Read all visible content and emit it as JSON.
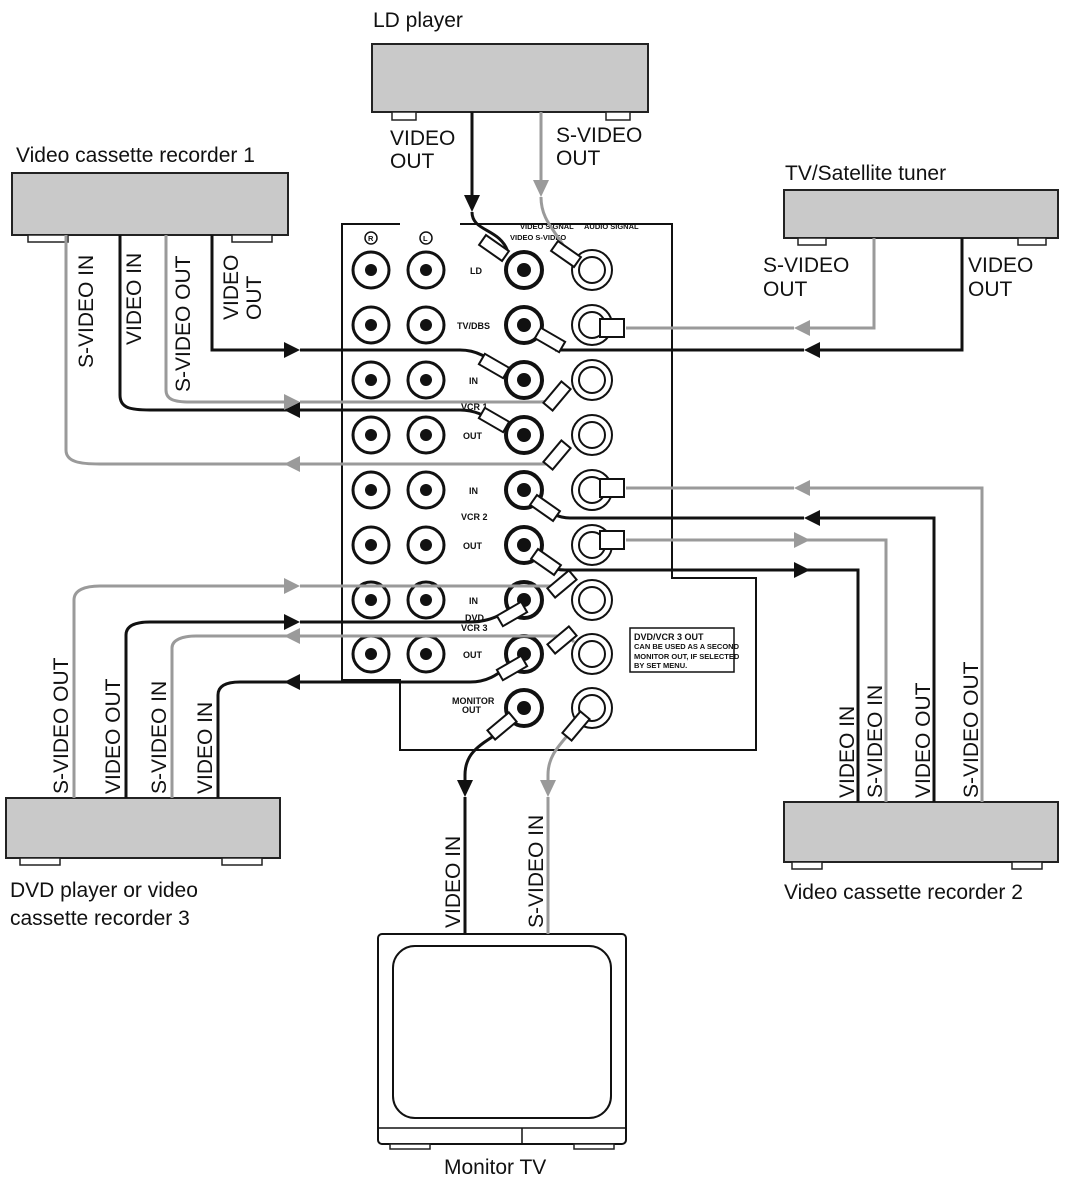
{
  "devices": {
    "ld_player": "LD player",
    "vcr1": "Video cassette recorder 1",
    "tv_satellite": "TV/Satellite tuner",
    "dvd_vcr3_line1": "DVD player or video",
    "dvd_vcr3_line2": "cassette recorder 3",
    "vcr2": "Video cassette recorder 2",
    "monitor_tv": "Monitor TV"
  },
  "ports": {
    "ld_video_out_1": "VIDEO",
    "ld_video_out_2": "OUT",
    "ld_svideo_out_1": "S-VIDEO",
    "ld_svideo_out_2": "OUT",
    "tv_svideo_out_1": "S-VIDEO",
    "tv_svideo_out_2": "OUT",
    "tv_video_out_1": "VIDEO",
    "tv_video_out_2": "OUT",
    "vcr1_svideo_in": "S-VIDEO IN",
    "vcr1_video_in": "VIDEO IN",
    "vcr1_svideo_out": "S-VIDEO OUT",
    "vcr1_video_out_1": "VIDEO",
    "vcr1_video_out_2": "OUT",
    "dvd_svideo_out": "S-VIDEO OUT",
    "dvd_video_out": "VIDEO OUT",
    "dvd_svideo_in": "S-VIDEO IN",
    "dvd_video_in": "VIDEO IN",
    "vcr2_video_in": "VIDEO IN",
    "vcr2_svideo_in": "S-VIDEO IN",
    "vcr2_video_out": "VIDEO OUT",
    "vcr2_svideo_out": "S-VIDEO OUT",
    "mon_video_in": "VIDEO IN",
    "mon_svideo_in": "S-VIDEO IN"
  },
  "panel": {
    "header_video_signal": "VIDEO SIGNAL",
    "header_audio_signal": "AUDIO SIGNAL",
    "header_video_svideo": "VIDEO S-VIDEO",
    "r_mark": "R",
    "l_mark": "L",
    "row_ld": "LD",
    "row_tvdbs": "TV/DBS",
    "row_vcr1_in": "IN",
    "row_vcr1": "VCR 1",
    "row_vcr1_out": "OUT",
    "row_vcr2_in": "IN",
    "row_vcr2": "VCR 2",
    "row_vcr2_out": "OUT",
    "row_dvd_in": "IN",
    "row_dvd": "DVD",
    "row_vcr3": "VCR 3",
    "row_dvd_out": "OUT",
    "row_monitor_1": "MONITOR",
    "row_monitor_2": "OUT",
    "note_1": "DVD/VCR 3 OUT",
    "note_2": "CAN BE USED AS A SECOND",
    "note_3": "MONITOR OUT, IF SELECTED",
    "note_4": "BY SET MENU."
  },
  "colors": {
    "video_cable": "#111111",
    "svideo_cable": "#9a9a9a",
    "device_fill": "#c9c9c9"
  }
}
